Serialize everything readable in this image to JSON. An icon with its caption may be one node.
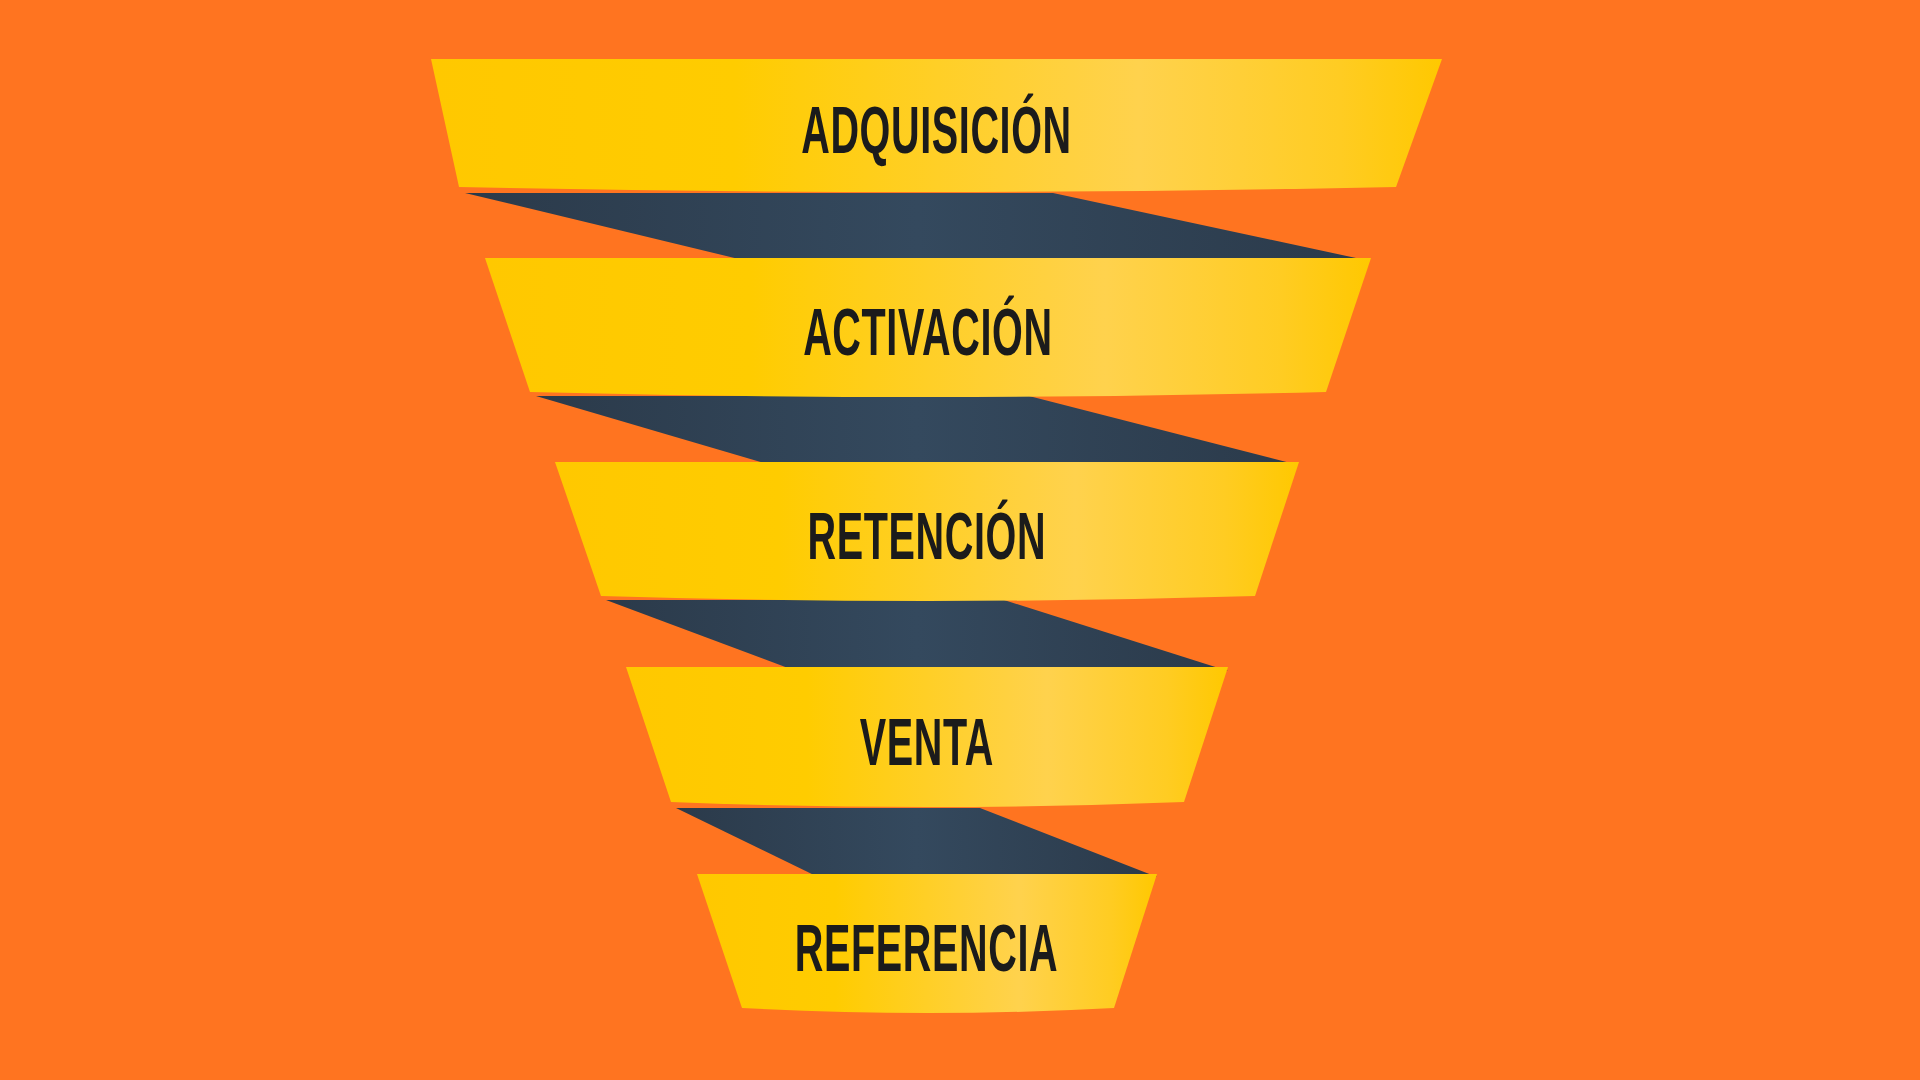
{
  "diagram": {
    "nodes": [
      {
        "text": [
          "ADQUISICIÓN"
        ]
      },
      {
        "text": [
          "ACTIVACIÓN"
        ]
      },
      {
        "text": [
          "RETENCIÓN"
        ]
      },
      {
        "text": [
          "VENTA"
        ]
      },
      {
        "text": [
          "REFERENCIA"
        ]
      }
    ]
  }
}
